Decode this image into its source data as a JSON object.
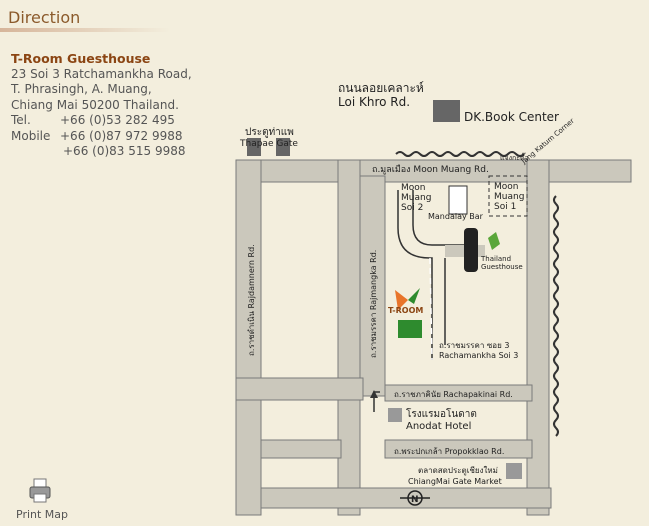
{
  "heading": "Direction",
  "address": {
    "name": "T-Room Guesthouse",
    "line1": "23 Soi 3 Ratchamankha Road,",
    "line2": "T. Phrasingh, A. Muang,",
    "line3": "Chiang Mai 50200 Thailand.",
    "tel_label": "Tel.",
    "tel": "+66 (0)53 282 495",
    "mobile_label": "Mobile",
    "mobile1": "+66 (0)87 972 9988",
    "mobile2": "+66 (0)83 515 9988"
  },
  "print_label": "Print Map",
  "map": {
    "loi_khro_thai": "ถนนลอยเคลาะห์",
    "loi_khro": "Loi Khro Rd.",
    "dk_book": "DK.Book Center",
    "thapae_thai": "ประตูท่าแพ",
    "thapae": "Thapae Gate",
    "jang_kaan_thai": "แจ่งกะต๊ำ",
    "jang_kaan": "Jang Katum Corner",
    "moon_muang_rd": "ถ.มูลเมือง Moon Muang Rd.",
    "moon_soi2_a": "Moon",
    "moon_soi2_b": "Muang",
    "moon_soi2_c": "Soi 2",
    "moon_soi1_a": "Moon",
    "moon_soi1_b": "Muang",
    "moon_soi1_c": "Soi 1",
    "mandalay": "Mandalay Bar",
    "thailand_gh_a": "Thailand",
    "thailand_gh_b": "Guesthouse",
    "rajdamnern": "ถ.ราชดำเนิน Rajdamnern Rd.",
    "rajmangka": "ถ.ราชมรรคา Rajmangka Rd.",
    "troom_logo": "T-ROOM",
    "soi3_thai": "ถ.ราชมรรคา ซอย 3",
    "soi3": "Rachamankha Soi 3",
    "rachapakinai": "ถ.ราชภาคินัย Rachapakinai Rd.",
    "anodat_thai": "โรงแรมอโนดาต",
    "anodat": "Anodat Hotel",
    "propokklao": "ถ.พระปกเกล้า Propokklao Rd.",
    "market_thai": "ตลาดสดประตูเชียงใหม่",
    "market": "ChiangMai Gate Market",
    "compass": "N"
  }
}
